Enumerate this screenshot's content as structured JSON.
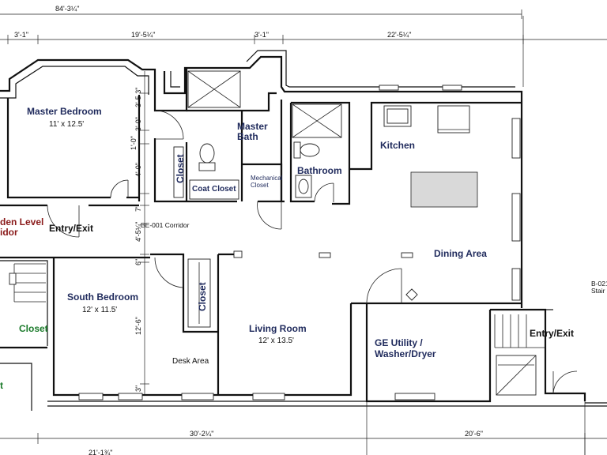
{
  "rooms": {
    "master_bedroom": {
      "name": "Master Bedroom",
      "size": "11' x 12.5'"
    },
    "master_bath": {
      "line1": "Master",
      "line2": "Bath"
    },
    "closet_1": "Closet",
    "coat_closet": "Coat Closet",
    "mechanical": {
      "line1": "Mechanical",
      "line2": "Closet"
    },
    "bathroom": "Bathroom",
    "kitchen": "Kitchen",
    "dining": "Dining Area",
    "entry_left": "Entry/Exit",
    "corridor": "BE-001 Corridor",
    "garden_level": {
      "line1": "den Level",
      "line2": "idor"
    },
    "south_bedroom": {
      "name": "South Bedroom",
      "size": "12' x 11.5'"
    },
    "closet_2": "Closet",
    "closet_3": "Closet",
    "living_room": {
      "name": "Living Room",
      "size": "12' x 13.5'"
    },
    "desk_area": "Desk Area",
    "utility": {
      "line1": "GE Utility /",
      "line2": "Washer/Dryer"
    },
    "entry_right": "Entry/Exit",
    "stair_ref": {
      "line1": "B-021",
      "line2": "Stair"
    },
    "edge_t": "t"
  },
  "dimensions": {
    "top_total": "84'-3¼\"",
    "top_a": "3'-1\"",
    "top_b": "19'-5¼\"",
    "top_c": "3'-1\"",
    "top_d": "22'-5¼\"",
    "bottom_a": "30'-2¼\"",
    "bottom_b": "20'-6\"",
    "bottom_c": "21'-1¾\"",
    "v_a": "3'-5 3\"",
    "v_b": "3'-0\"",
    "v_c": "1'-0\"",
    "v_d": "4'-0\"",
    "v_e": "7\"",
    "v_f": "4'-5¼\"",
    "v_g": "6\"",
    "v_h": "12'-6\"",
    "v_i": "3\""
  }
}
